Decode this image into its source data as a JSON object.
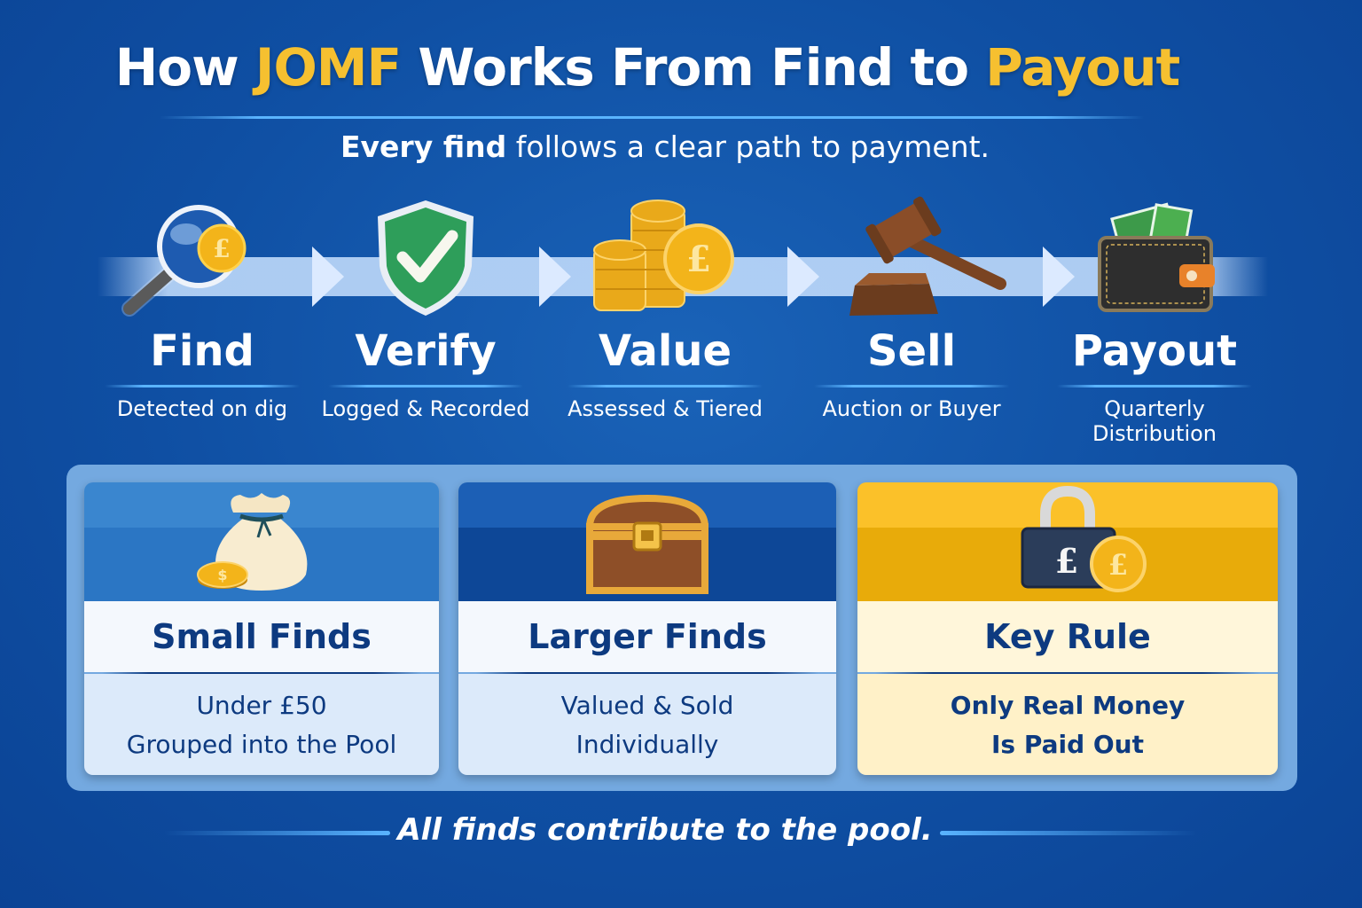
{
  "header": {
    "title_parts": [
      {
        "text": "How ",
        "highlight": false
      },
      {
        "text": "JOMF",
        "highlight": true
      },
      {
        "text": " Works From Find to ",
        "highlight": false
      },
      {
        "text": "Payout",
        "highlight": true
      }
    ],
    "subtitle_bold": "Every find",
    "subtitle_rest": " follows a clear path to payment."
  },
  "steps": [
    {
      "label": "Find",
      "desc": "Detected on dig",
      "icon": "magnifier-coin-icon"
    },
    {
      "label": "Verify",
      "desc": "Logged & Recorded",
      "icon": "shield-check-icon"
    },
    {
      "label": "Value",
      "desc": "Assessed & Tiered",
      "icon": "coin-stack-icon"
    },
    {
      "label": "Sell",
      "desc": "Auction or Buyer",
      "icon": "gavel-icon"
    },
    {
      "label": "Payout",
      "desc": "Quarterly Distribution",
      "icon": "wallet-icon"
    }
  ],
  "cards": [
    {
      "title": "Small Finds",
      "lines": [
        "Under £50",
        "Grouped into the Pool"
      ],
      "icon": "money-bag-icon"
    },
    {
      "title": "Larger Finds",
      "lines": [
        "Valued & Sold",
        "Individually"
      ],
      "icon": "treasure-chest-icon"
    },
    {
      "title": "Key Rule",
      "lines": [
        "Only Real Money",
        "Is Paid Out"
      ],
      "icon": "padlock-coin-icon"
    }
  ],
  "footer": {
    "text": "All finds contribute to the pool."
  },
  "colors": {
    "background": "#0f4fa3",
    "highlight": "#f6c030",
    "card_text": "#0d3a80",
    "panel": "#74a9e0"
  }
}
